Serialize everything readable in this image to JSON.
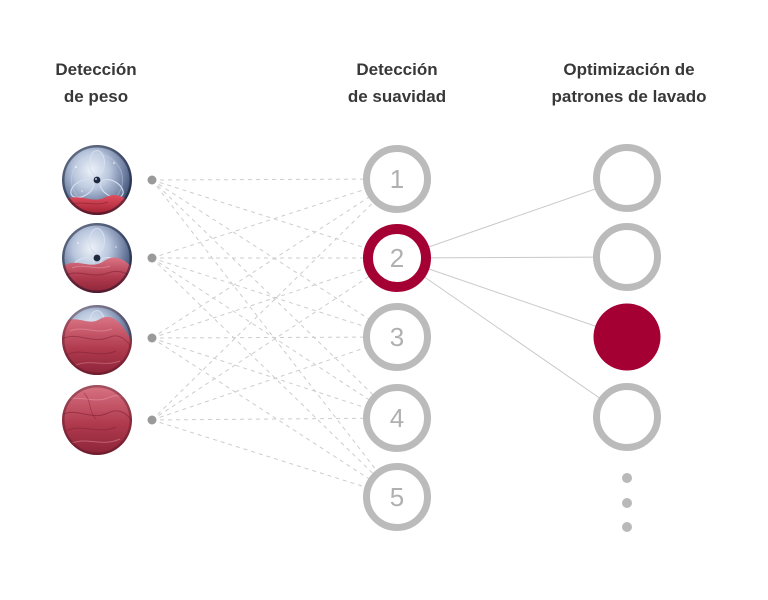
{
  "diagram": {
    "columns": [
      {
        "id": "weight-detection",
        "title_lines": [
          "Detección",
          "de peso"
        ]
      },
      {
        "id": "softness-detection",
        "title_lines": [
          "Detección",
          "de suavidad"
        ]
      },
      {
        "id": "wash-pattern-optimization",
        "title_lines": [
          "Optimización de",
          "patrones de lavado"
        ]
      }
    ],
    "left_nodes": [
      {
        "icon": "washer-drum-photo-load-level-1"
      },
      {
        "icon": "washer-drum-photo-load-level-2"
      },
      {
        "icon": "washer-drum-photo-load-level-3"
      },
      {
        "icon": "washer-drum-photo-load-level-4"
      }
    ],
    "middle_nodes": [
      {
        "label": "1",
        "state": "normal"
      },
      {
        "label": "2",
        "state": "selected"
      },
      {
        "label": "3",
        "state": "normal"
      },
      {
        "label": "4",
        "state": "normal"
      },
      {
        "label": "5",
        "state": "normal"
      }
    ],
    "right_nodes": [
      {
        "state": "normal"
      },
      {
        "state": "normal"
      },
      {
        "state": "selected-filled"
      },
      {
        "state": "normal"
      }
    ],
    "ellipsis_dots": 3,
    "colors": {
      "accent": "#a50034",
      "ring_gray": "#bbbbbb",
      "number_gray": "#b0b0b0",
      "dashed_line": "#cdcdcd",
      "solid_line": "#c9c9c9",
      "source_dot": "#9a9a9a",
      "ellipsis_dot": "#b9b9b9",
      "header_text": "#383838"
    }
  }
}
